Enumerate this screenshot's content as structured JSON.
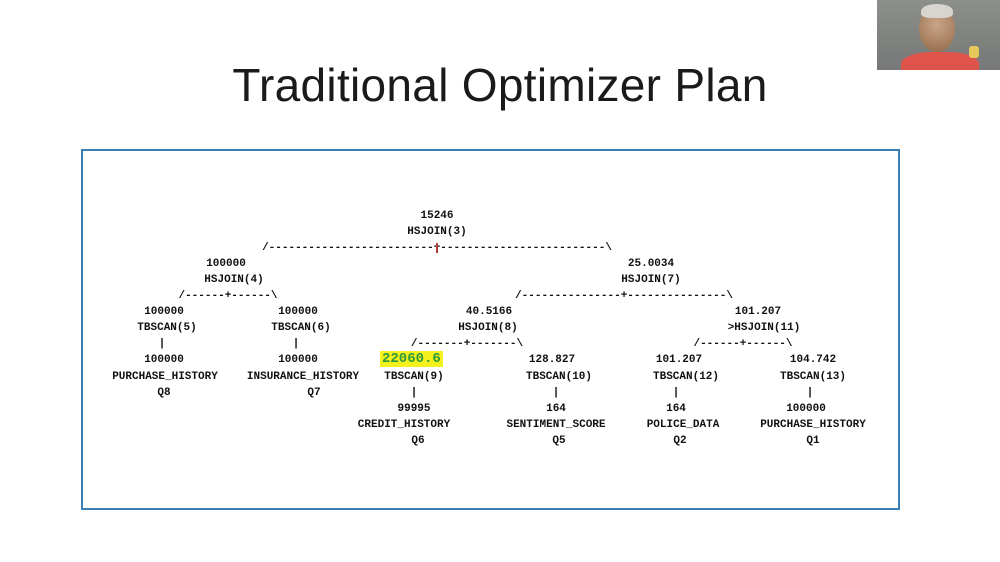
{
  "slide": {
    "title": "Traditional Optimizer Plan"
  },
  "plan": {
    "root": {
      "cost": "15246",
      "op": "HSJOIN(3)"
    },
    "root_branch": "/-------------------------+-------------------------\\",
    "hsjoin4": {
      "cost": "100000",
      "op": "HSJOIN(4)",
      "branch": "/------+------\\"
    },
    "hsjoin7": {
      "cost": "25.0034",
      "op": "HSJOIN(7)",
      "branch": "/---------------+---------------\\"
    },
    "tbscan5": {
      "cost": "100000",
      "op": "TBSCAN(5)",
      "pipe": "|",
      "rows": "100000",
      "table": "PURCHASE_HISTORY",
      "q": "Q8"
    },
    "tbscan6": {
      "cost": "100000",
      "op": "TBSCAN(6)",
      "pipe": "|",
      "rows": "100000",
      "table": "INSURANCE_HISTORY",
      "q": "Q7"
    },
    "hsjoin8": {
      "cost": "40.5166",
      "op": "HSJOIN(8)",
      "branch": "/-------+-------\\"
    },
    "hsjoin11": {
      "cost": "101.207",
      "op": ">HSJOIN(11)",
      "branch": "/------+------\\"
    },
    "tbscan9": {
      "cost": "22060.6",
      "op": "TBSCAN(9)",
      "pipe": "|",
      "rows": "99995",
      "table": "CREDIT_HISTORY",
      "q": "Q6"
    },
    "tbscan10": {
      "cost": "128.827",
      "op": "TBSCAN(10)",
      "pipe": "|",
      "rows": "164",
      "table": "SENTIMENT_SCORE",
      "q": "Q5"
    },
    "tbscan12": {
      "cost": "101.207",
      "op": "TBSCAN(12)",
      "pipe": "|",
      "rows": "164",
      "table": "POLICE_DATA",
      "q": "Q2"
    },
    "tbscan13": {
      "cost": "104.742",
      "op": "TBSCAN(13)",
      "pipe": "|",
      "rows": "100000",
      "table": "PURCHASE_HISTORY",
      "q": "Q1"
    }
  },
  "colors": {
    "box_border": "#3a7fb5",
    "highlight_bg": "#f5f11c",
    "highlight_text": "#2e9a3a"
  }
}
